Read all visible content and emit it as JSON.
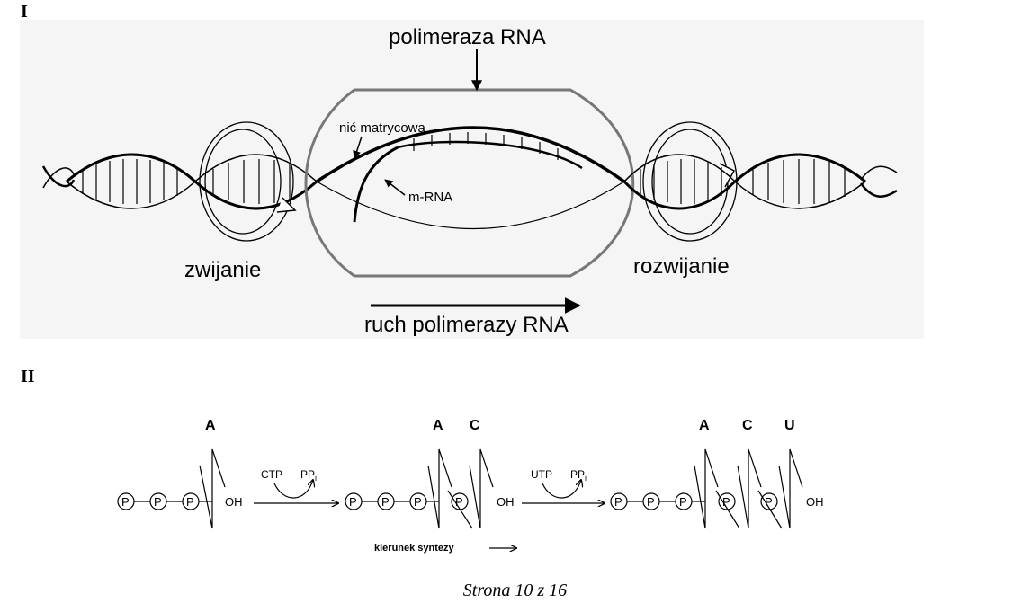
{
  "section_labels": {
    "first": "I",
    "second": "II"
  },
  "figure_1": {
    "polymerase_label": "polimeraza RNA",
    "template_strand_label": "nić matrycowa",
    "mrna_label": "m-RNA",
    "winding_label": "zwijanie",
    "unwinding_label": "rozwijanie",
    "movement_label": "ruch polimerazy RNA",
    "colors": {
      "enzyme_outline": "#777777",
      "background": "#f5f5f5",
      "dna": "#000000"
    }
  },
  "figure_2": {
    "step1": {
      "base": "A",
      "oh": "OH"
    },
    "arrow1": {
      "substrate": "CTP",
      "byproduct_main": "PP",
      "byproduct_sub": "i"
    },
    "step2": {
      "bases": [
        "A",
        "C"
      ],
      "oh": "OH"
    },
    "arrow2": {
      "substrate": "UTP",
      "byproduct_main": "PP",
      "byproduct_sub": "i"
    },
    "step3": {
      "bases": [
        "A",
        "C",
        "U"
      ],
      "oh": "OH"
    },
    "phosphate_symbol": "P",
    "direction_label": "kierunek syntezy"
  },
  "footer": "Strona 10 z 16"
}
